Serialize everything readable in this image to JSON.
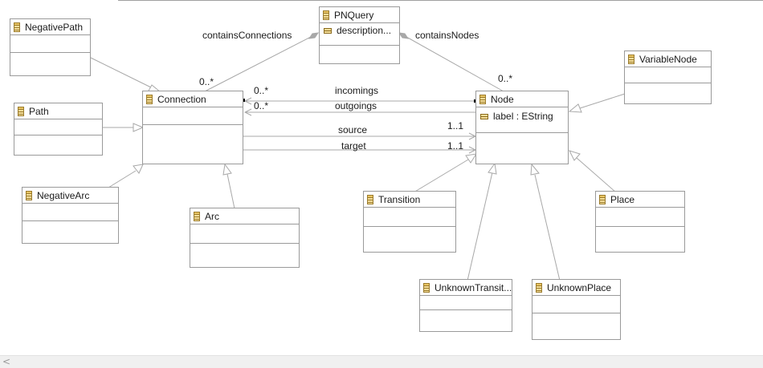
{
  "classes": {
    "pnquery": {
      "name": "PNQuery",
      "attribute": "description..."
    },
    "negativepath": {
      "name": "NegativePath"
    },
    "path": {
      "name": "Path"
    },
    "connection": {
      "name": "Connection"
    },
    "negativearc": {
      "name": "NegativeArc"
    },
    "arc": {
      "name": "Arc"
    },
    "node": {
      "name": "Node",
      "attribute": "label : EString"
    },
    "variablenode": {
      "name": "VariableNode"
    },
    "transition": {
      "name": "Transition"
    },
    "place": {
      "name": "Place"
    },
    "unknowntransition": {
      "name": "UnknownTransit..."
    },
    "unknownplace": {
      "name": "UnknownPlace"
    }
  },
  "references": {
    "contains_connections": {
      "name": "containsConnections",
      "multiplicity": "0..*"
    },
    "contains_nodes": {
      "name": "containsNodes",
      "multiplicity": "0..*"
    },
    "incomings": {
      "name": "incomings",
      "multiplicity": "0..*"
    },
    "outgoings": {
      "name": "outgoings",
      "multiplicity": "0..*"
    },
    "source": {
      "name": "source",
      "multiplicity": "1..1"
    },
    "target": {
      "name": "target",
      "multiplicity": "1..1"
    }
  },
  "scrollbar": {
    "arrow": "<"
  }
}
